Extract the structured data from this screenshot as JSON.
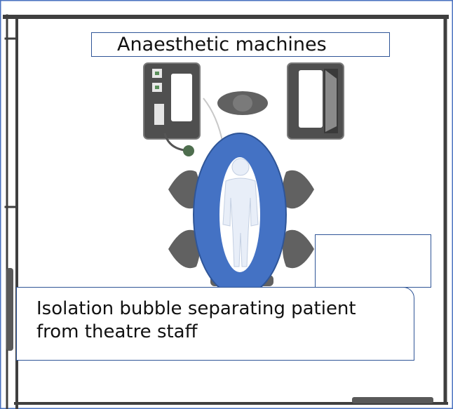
{
  "labels": {
    "machines": "Anaesthetic machines",
    "bubble_line1": "Isolation bubble separating patient",
    "bubble_line2": "from theatre staff"
  },
  "icons": [
    "anaesthetic-machine-icon",
    "anaesthetic-machine-icon",
    "chair-icon",
    "patient-figure-icon",
    "door-icon"
  ],
  "colors": {
    "bubble": "#4472c4",
    "bubble_outline": "#2f5597",
    "box_border": "#2f5597",
    "equipment": "#595959",
    "wall": "#404040"
  }
}
